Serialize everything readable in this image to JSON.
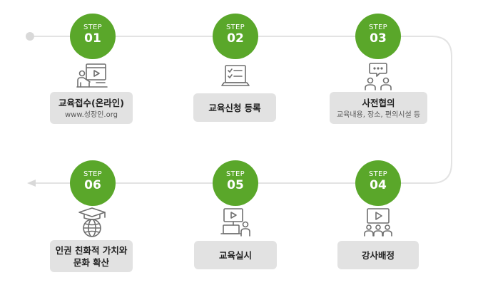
{
  "colors": {
    "accent": "#5aa72a",
    "box": "#e2e2e2",
    "line": "#e3e3e3",
    "icon": "#6f6f6f"
  },
  "steps": [
    {
      "word": "STEP",
      "number": "01",
      "icon": "online-lecture-icon",
      "title": "교육접수(온라인)",
      "subtitle": "www.성장인.org"
    },
    {
      "word": "STEP",
      "number": "02",
      "icon": "laptop-checklist-icon",
      "title": "교육신청 등록",
      "subtitle": ""
    },
    {
      "word": "STEP",
      "number": "03",
      "icon": "meeting-chat-icon",
      "title": "사전협의",
      "subtitle": "교육내용, 장소, 편의시설 등"
    },
    {
      "word": "STEP",
      "number": "04",
      "icon": "audience-video-icon",
      "title": "강사배정",
      "subtitle": ""
    },
    {
      "word": "STEP",
      "number": "05",
      "icon": "presenter-screen-icon",
      "title": "교육실시",
      "subtitle": ""
    },
    {
      "word": "STEP",
      "number": "06",
      "icon": "graduation-globe-icon",
      "title": "인권 친화적 가치와\n문화 확산",
      "subtitle": ""
    }
  ]
}
